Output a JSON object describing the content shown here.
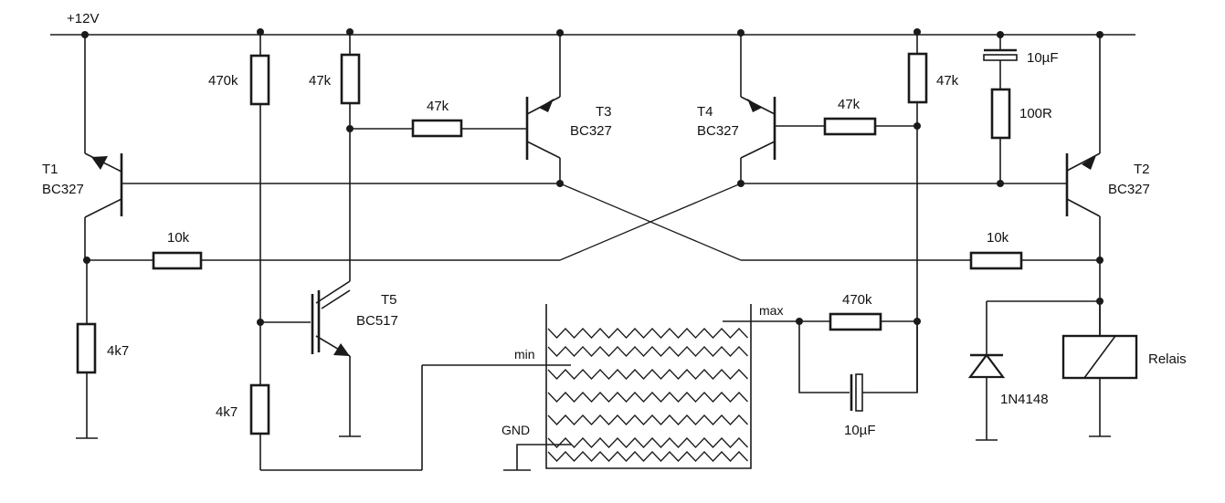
{
  "supply": {
    "label": "+12V"
  },
  "transistors": {
    "t1": {
      "name": "T1",
      "type": "BC327"
    },
    "t2": {
      "name": "T2",
      "type": "BC327"
    },
    "t3": {
      "name": "T3",
      "type": "BC327"
    },
    "t4": {
      "name": "T4",
      "type": "BC327"
    },
    "t5": {
      "name": "T5",
      "type": "BC517"
    }
  },
  "resistors": {
    "r_470k_left": "470k",
    "r_47k_left": "47k",
    "r_47k_t3_base": "47k",
    "r_47k_t4_base": "47k",
    "r_47k_right": "47k",
    "r_100r": "100R",
    "r_10k_left": "10k",
    "r_10k_right": "10k",
    "r_4k7_t1": "4k7",
    "r_4k7_t5": "4k7",
    "r_470k_max": "470k"
  },
  "capacitors": {
    "c_10uf_top": "10µF",
    "c_10uf_bottom": "10µF"
  },
  "diode": {
    "label": "1N4148"
  },
  "relay": {
    "label": "Relais"
  },
  "tank": {
    "min_label": "min",
    "max_label": "max",
    "gnd_label": "GND"
  },
  "colors": {
    "ink": "#1a1a1a",
    "background": "#ffffff"
  }
}
